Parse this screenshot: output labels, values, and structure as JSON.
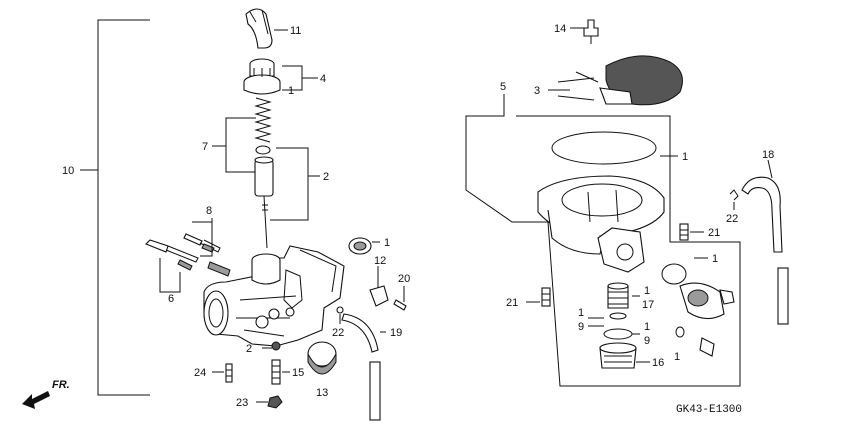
{
  "diagram": {
    "code": "GK43-E1300",
    "direction": "FR.",
    "callouts": {
      "c11": "11",
      "c4": "4",
      "c1_cap": "1",
      "c7": "7",
      "c2_needle": "2",
      "c10": "10",
      "c8": "8",
      "c6": "6",
      "c1_pipe": "1",
      "c12": "12",
      "c20": "20",
      "c22_left": "22",
      "c19": "19",
      "c2_bottom": "2",
      "c24": "24",
      "c15": "15",
      "c13": "13",
      "c23": "23",
      "c14": "14",
      "c3": "3",
      "c5": "5",
      "c1_gasket": "1",
      "c18": "18",
      "c22_right": "22",
      "c21_top": "21",
      "c1_float": "1",
      "c21_left": "21",
      "c1_jet": "1",
      "c17": "17",
      "c1_oring": "1",
      "c9_left": "9",
      "c1_ring": "1",
      "c9_right": "9",
      "c16": "16",
      "c1_washer": "1"
    }
  }
}
